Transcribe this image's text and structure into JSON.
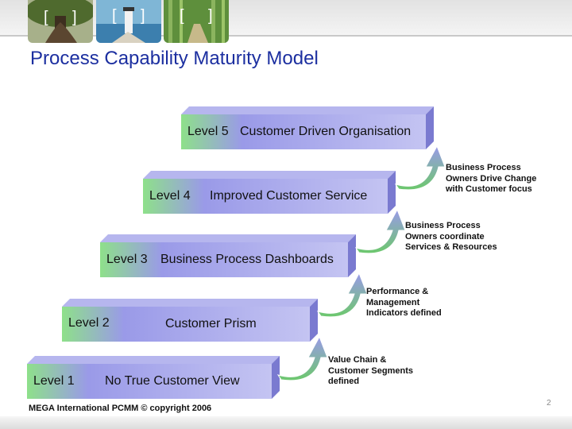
{
  "title": "Process Capability Maturity Model",
  "levels": [
    {
      "level": "Level 1",
      "name": "No True Customer View"
    },
    {
      "level": "Level 2",
      "name": "Customer Prism"
    },
    {
      "level": "Level 3",
      "name": "Business Process Dashboards"
    },
    {
      "level": "Level 4",
      "name": "Improved Customer Service"
    },
    {
      "level": "Level 5",
      "name": "Customer Driven Organisation"
    }
  ],
  "transitions": [
    {
      "line1": "Value Chain &",
      "line2": "Customer Segments",
      "line3": "defined"
    },
    {
      "line1": "Performance &",
      "line2": "Management",
      "line3": "Indicators defined"
    },
    {
      "line1": "Business Process",
      "line2": "Owners coordinate",
      "line3": "Services & Resources"
    },
    {
      "line1": "Business Process",
      "line2": "Owners Drive Change",
      "line3": "with Customer focus"
    }
  ],
  "footer": "MEGA International PCMM © copyright 2006",
  "page_number": "2",
  "colors": {
    "title": "#1c2fa0",
    "step_start": "#8ee08a",
    "step_end": "#8e8ee6",
    "side": "#7a7ad0",
    "arrow": "#6cc86c"
  },
  "icons": [
    "tree-photo-icon",
    "lighthouse-photo-icon",
    "bamboo-photo-icon"
  ]
}
